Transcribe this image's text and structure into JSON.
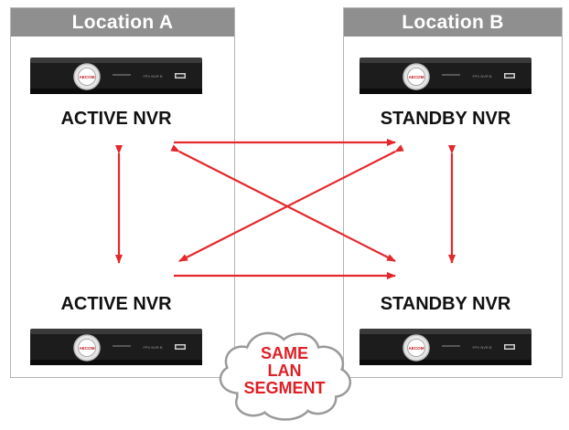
{
  "locations": [
    {
      "name": "Location A",
      "top_label": "ACTIVE NVR",
      "bottom_label": "ACTIVE NVR"
    },
    {
      "name": "Location B",
      "top_label": "STANDBY NVR",
      "bottom_label": "STANDBY NVR"
    }
  ],
  "device": {
    "brand": "AECOM",
    "model_text": "FPV NVR B"
  },
  "cloud": {
    "line1": "SAME",
    "line2": "LAN",
    "line3": "SEGMENT"
  },
  "colors": {
    "arrow": "#e4282c",
    "header_bg": "#8f8f8f",
    "cloud_text": "#e01f24",
    "panel_border": "#b5b5b5"
  }
}
